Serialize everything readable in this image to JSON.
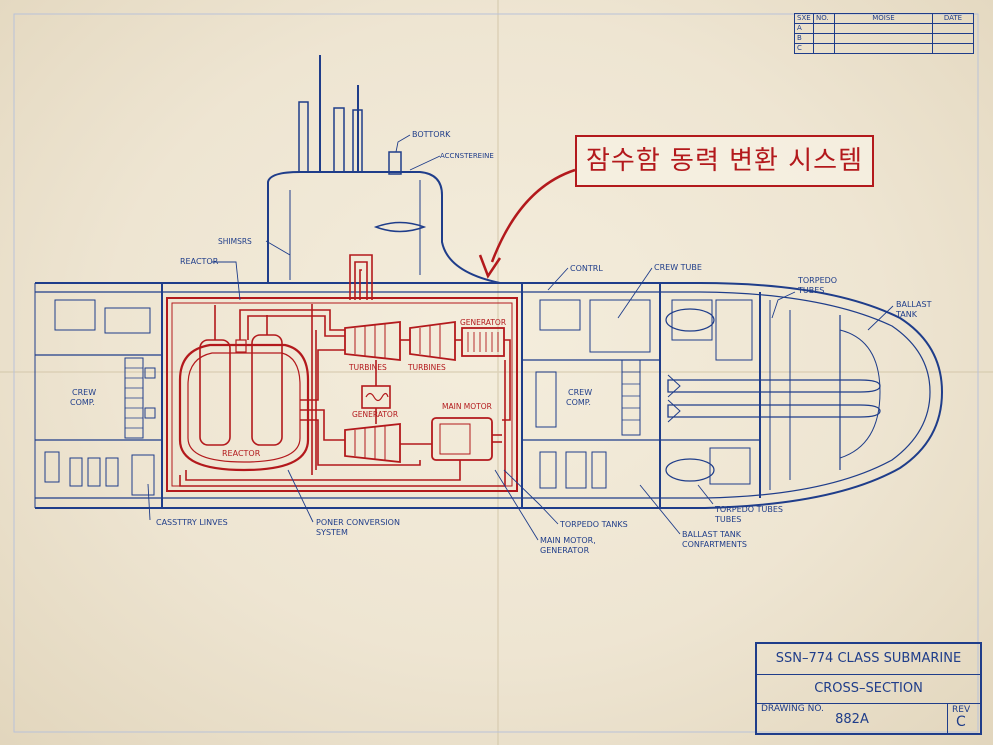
{
  "revision_table": {
    "headers": [
      "SXE",
      "NO.",
      "MOISE",
      "DATE"
    ],
    "rows": [
      "A",
      "B",
      "C"
    ]
  },
  "callout": "잠수함 동력 변환 시스템",
  "sail_labels": {
    "bottork": "BOTTORK",
    "accnstereine": "ACCNSTEREINE",
    "shimsrs": "SHIMSRS"
  },
  "labels": {
    "reactor_top": "REACTOR",
    "crew_comp_aft": "CREW COMP.",
    "control": "CONTRL",
    "crew_tube": "CREW TUBE",
    "torpedo_tubes_top": "TORPEDO TUBES",
    "ballast_tank": "BALLAST TANK",
    "crew_comp_fwd": "CREW COMP.",
    "casstry_linves": "CASSTTRY LINVES",
    "power_conversion": "PONER CONVERSION SYSTEM",
    "torpedo_tanks": "TORPEDO TANKS",
    "main_motor_generator": "MAIN MOTOR, GENERATOR",
    "ballast_tank_compartments": "BALLAST TANK CONFARTMENTS",
    "torpedo_tubes_bottom": "TORPEDO TUBES TUBES"
  },
  "red_labels": {
    "turbines_left": "TURBINES",
    "turbines_right": "TURBINES",
    "generator_top": "GENERATOR",
    "generator_mid": "GENERATOR",
    "main_motor": "MAIN MOTOR",
    "reactor": "REACTOR"
  },
  "title_block": {
    "title": "SSN–774 CLASS SUBMARINE",
    "subtitle": "CROSS–SECTION",
    "drawing_label": "DRAWING NO.",
    "drawing_no": "882A",
    "rev_label": "REV",
    "rev": "C"
  },
  "colors": {
    "blueprint": "#1f3d8a",
    "red": "#b3191c",
    "paper": "#ece3d0"
  }
}
